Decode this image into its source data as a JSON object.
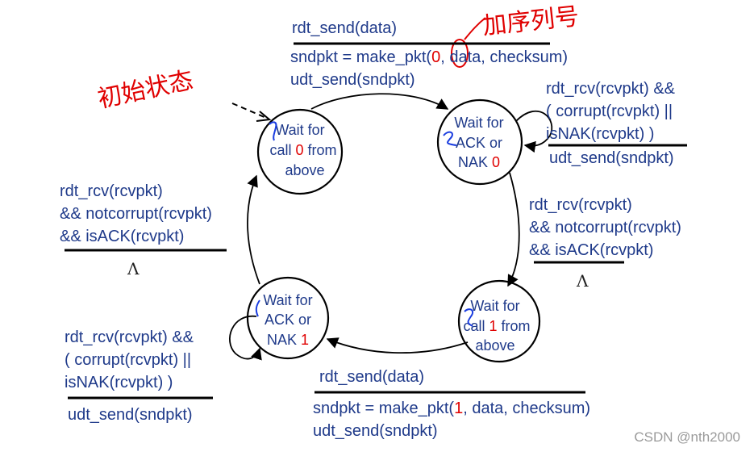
{
  "states": [
    {
      "id": "s0",
      "line1": "Wait for",
      "line2_pre": "call ",
      "line2_num": "0",
      "line2_post": " from",
      "line3": "above"
    },
    {
      "id": "s1",
      "line1": "Wait for",
      "line2": "ACK or",
      "line3_pre": "NAK ",
      "line3_num": "0"
    },
    {
      "id": "s2",
      "line1": "Wait for",
      "line2_pre": "call ",
      "line2_num": "1",
      "line2_post": " from",
      "line3": "above"
    },
    {
      "id": "s3",
      "line1": "Wait for",
      "line2": "ACK or",
      "line3_pre": "NAK ",
      "line3_num": "1"
    }
  ],
  "transitions": {
    "send0": {
      "event": "rdt_send(data)",
      "action1_pre": "sndpkt = make_pkt(",
      "action1_num": "0",
      "action1_post": ", data, checksum)",
      "action2": "udt_send(sndpkt)"
    },
    "loop0": {
      "event1": "rdt_rcv(rcvpkt) &&",
      "event2": "( corrupt(rcvpkt) ||",
      "event3": "isNAK(rcvpkt) )",
      "action": "udt_send(sndpkt)"
    },
    "ack0": {
      "event1": "rdt_rcv(rcvpkt)",
      "event2": "&& notcorrupt(rcvpkt)",
      "event3": "&& isACK(rcvpkt)",
      "action": "Λ"
    },
    "send1": {
      "event": "rdt_send(data)",
      "action1_pre": "sndpkt = make_pkt(",
      "action1_num": "1",
      "action1_post": ", data, checksum)",
      "action2": "udt_send(sndpkt)"
    },
    "loop1": {
      "event1": "rdt_rcv(rcvpkt) &&",
      "event2": "( corrupt(rcvpkt) ||",
      "event3": "isNAK(rcvpkt) )",
      "action": "udt_send(sndpkt)"
    },
    "ack1": {
      "event1": "rdt_rcv(rcvpkt)",
      "event2": "&& notcorrupt(rcvpkt)",
      "event3": "&& isACK(rcvpkt)",
      "action": "Λ"
    }
  },
  "annotations": {
    "init_handwriting": "初始状态",
    "seq_handwriting": "加序列号"
  },
  "watermark": "CSDN @nth2000",
  "colors": {
    "text": "#1f3a8a",
    "highlight": "#e00000",
    "annotation_red": "#e00000",
    "annotation_blue": "#1a3de0"
  }
}
